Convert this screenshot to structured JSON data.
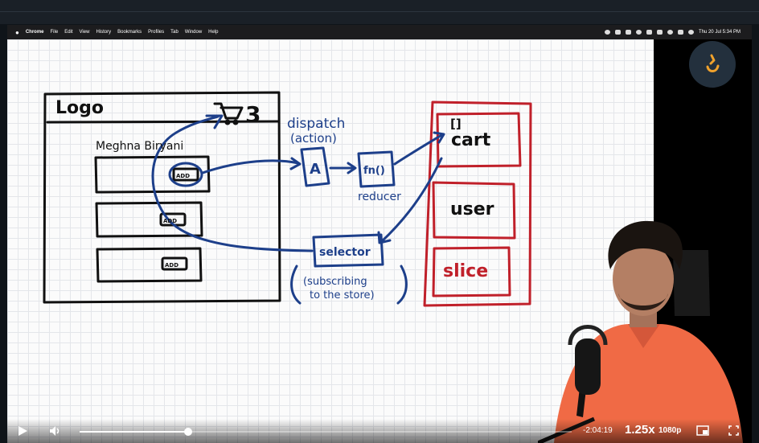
{
  "menubar": {
    "app": "Chrome",
    "items": [
      "File",
      "Edit",
      "View",
      "History",
      "Bookmarks",
      "Profiles",
      "Tab",
      "Window",
      "Help"
    ],
    "clock": "Thu 20 Jul 5:34 PM"
  },
  "board": {
    "site_logo": "Logo",
    "cart_count": "3",
    "restaurant_name": "Meghna Biryani",
    "add_label": "ADD",
    "dispatch_label": "dispatch",
    "action_label": "(action)",
    "action_box": "A",
    "fn_box": "fn()",
    "reducer_label": "reducer",
    "selector_box": "selector",
    "subscribe_line1": "(subscribing",
    "subscribe_line2": "to the store)",
    "cart_slice_icon": "[]",
    "cart_slice": "cart",
    "user_slice": "user",
    "generic_slice": "slice"
  },
  "player": {
    "progress": 0.22,
    "time_remaining": "-2:04:19",
    "speed": "1.25x",
    "quality": "1080p"
  },
  "colors": {
    "accent": "#1d3f8a",
    "store_red": "#c0202a",
    "badge": "#23303d",
    "logo_orange": "#f0a22c"
  }
}
